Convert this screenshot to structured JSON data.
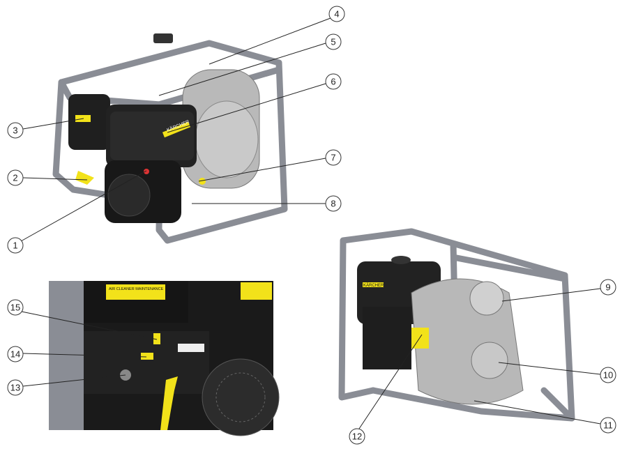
{
  "figure": {
    "callouts": [
      "1",
      "2",
      "3",
      "4",
      "5",
      "6",
      "7",
      "8",
      "9",
      "10",
      "11",
      "12",
      "13",
      "14",
      "15"
    ],
    "brand_label": "KÄRCHER",
    "detail_label": "AIR CLEANER MAINTENANCE"
  },
  "colors": {
    "frame": "#8a8d95",
    "engine": "#1c1c1c",
    "accent": "#f2e21a",
    "pump_body": "#b8b8b8"
  }
}
